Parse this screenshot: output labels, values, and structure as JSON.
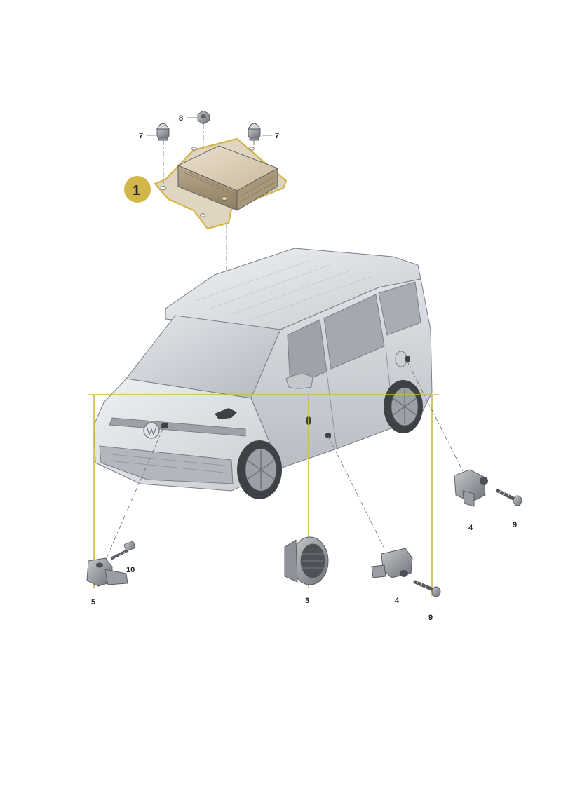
{
  "highlight_color": "#d2b64a",
  "callouts": {
    "c1": "1",
    "c3": "3",
    "c4a": "4",
    "c4b": "4",
    "c5": "5",
    "c7a": "7",
    "c7b": "7",
    "c8": "8",
    "c9a": "9",
    "c9b": "9",
    "c10": "10"
  }
}
